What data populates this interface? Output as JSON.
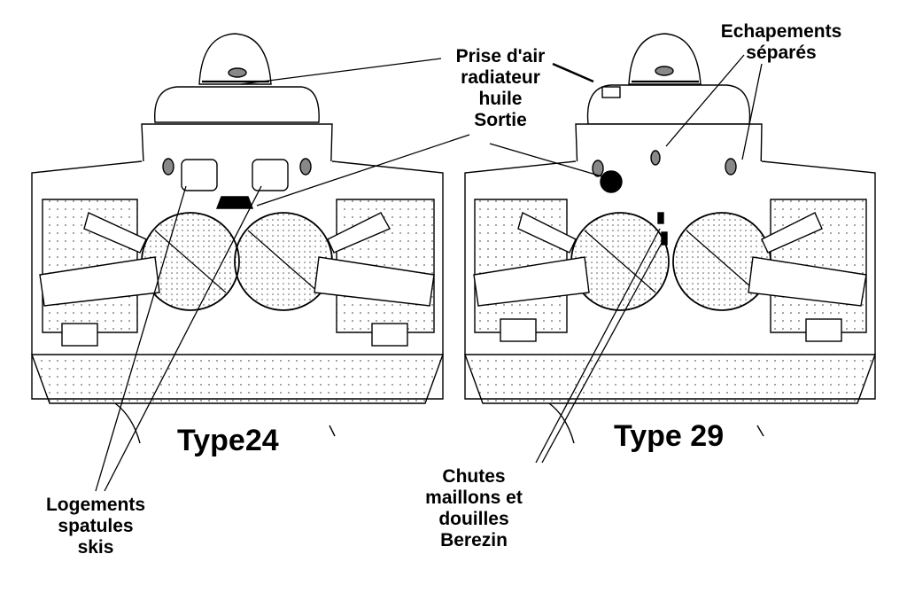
{
  "diagram": {
    "left_view": {
      "type_label": "Type24"
    },
    "right_view": {
      "type_label": "Type 29"
    },
    "labels": {
      "prise_air": [
        "Prise d'air",
        "radiateur",
        "huile",
        "Sortie"
      ],
      "echappements": [
        "Echapements",
        "séparés"
      ],
      "logements": [
        "Logements",
        "spatules",
        "skis"
      ],
      "chutes": [
        "Chutes",
        "maillons et",
        "douilles",
        "Berezin"
      ]
    }
  }
}
